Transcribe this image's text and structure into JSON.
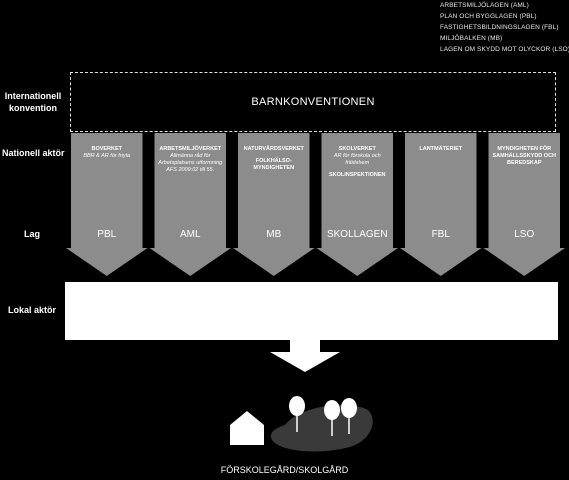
{
  "legend": [
    "ARBETSMILJÖLAGEN (AML)",
    "PLAN OCH BYGGLAGEN (PBL)",
    "FASTIGHETSBILDNINGSLAGEN (FBL)",
    "MILJÖBALKEN (MB)",
    "LAGEN OM SKYDD MOT OLYCKOR (LSO)"
  ],
  "rows": {
    "international": "Internationell konvention",
    "national": "Nationell aktör",
    "law": "Lag",
    "local": "Lokal aktör"
  },
  "convention": "BARNKONVENTIONEN",
  "columns": [
    {
      "actor": "BOVERKET",
      "desc": "BBR & AR för friyta",
      "actor2": "",
      "law": "PBL"
    },
    {
      "actor": "ARBETSMILJÖVERKET",
      "desc": "Allmänna råd för Arbetsplatsens utformning AFS 2009:02 till 55.",
      "actor2": "",
      "law": "AML"
    },
    {
      "actor": "NATURVÅRDSVERKET",
      "desc": "",
      "actor2": "FOLKHÄLSO-MYNDIGHETEN",
      "law": "MB"
    },
    {
      "actor": "SKOLVERKET",
      "desc": "AR för förskola och fritidshem",
      "actor2": "SKOLINSPEKTIONEN",
      "law": "SKOLLAGEN"
    },
    {
      "actor": "LANTMÄTERIET",
      "desc": "",
      "actor2": "",
      "law": "FBL"
    },
    {
      "actor": "MYNDIGHETEN FÖR SAMHÄLLSSKYDD OCH BEREDSKAP",
      "desc": "",
      "actor2": "",
      "law": "LSO"
    }
  ],
  "caption": "FÖRSKOLEGÅRD/SKOLGÅRD",
  "colors": {
    "arrow": "#8c8c8c",
    "background": "#000000",
    "box": "#ffffff"
  }
}
